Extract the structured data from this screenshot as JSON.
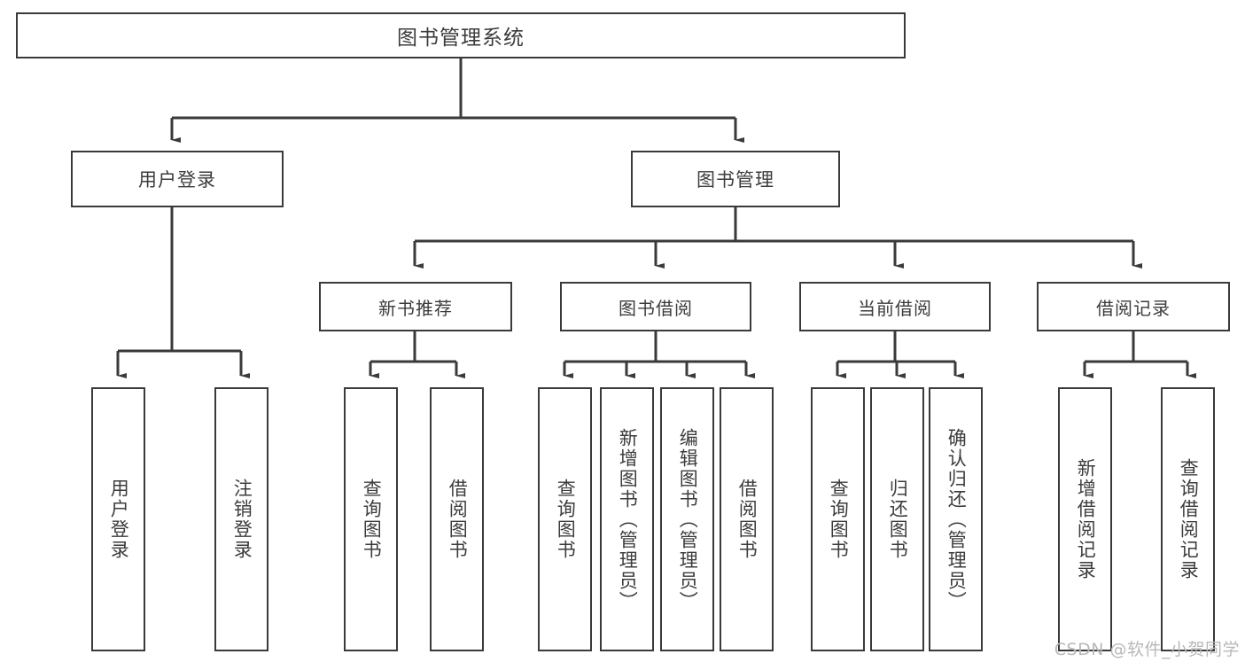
{
  "diagram": {
    "title": "图书管理系统",
    "watermark": "CSDN @软件_小贺同学",
    "colors": {
      "stroke": "#3a3a3a",
      "text": "#3c3c3c",
      "background": "#ffffff",
      "watermark": "#b8b8b8"
    },
    "root": {
      "label": "图书管理系统"
    },
    "level2": [
      {
        "label": "用户登录"
      },
      {
        "label": "图书管理"
      }
    ],
    "level3": [
      {
        "label": "新书推荐"
      },
      {
        "label": "图书借阅"
      },
      {
        "label": "当前借阅"
      },
      {
        "label": "借阅记录"
      }
    ],
    "leaves": {
      "user_login": [
        {
          "label": "用户登录"
        },
        {
          "label": "注销登录"
        }
      ],
      "new_book_recommend": [
        {
          "label": "查询图书"
        },
        {
          "label": "借阅图书"
        }
      ],
      "book_borrow": [
        {
          "label": "查询图书"
        },
        {
          "label": "新增图书（管理员）"
        },
        {
          "label": "编辑图书（管理员）"
        },
        {
          "label": "借阅图书"
        }
      ],
      "current_borrow": [
        {
          "label": "查询图书"
        },
        {
          "label": "归还图书"
        },
        {
          "label": "确认归还（管理员）"
        }
      ],
      "borrow_record": [
        {
          "label": "新增借阅记录"
        },
        {
          "label": "查询借阅记录"
        }
      ]
    }
  }
}
